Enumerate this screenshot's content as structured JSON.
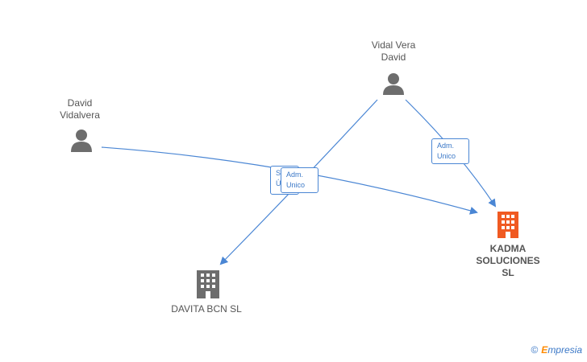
{
  "nodes": {
    "person_david": {
      "label": "David\nVidalvera"
    },
    "person_vidal": {
      "label": "Vidal Vera\nDavid"
    },
    "company_kadma": {
      "label": "KADMA\nSOLUCIONES\nSL"
    },
    "company_davita": {
      "label": "DAVITA BCN SL"
    }
  },
  "edges": {
    "hidden_label": "S\nÚ",
    "front_label": "Adm.\nUnico",
    "kadma_label": "Adm.\nUnico"
  },
  "brand": {
    "copyright": "©",
    "name_first": "E",
    "name_rest": "mpresia"
  },
  "colors": {
    "edge": "#4a86d4",
    "person": "#6d6d6d",
    "company": "#6d6d6d",
    "company_highlight": "#f05a22"
  }
}
